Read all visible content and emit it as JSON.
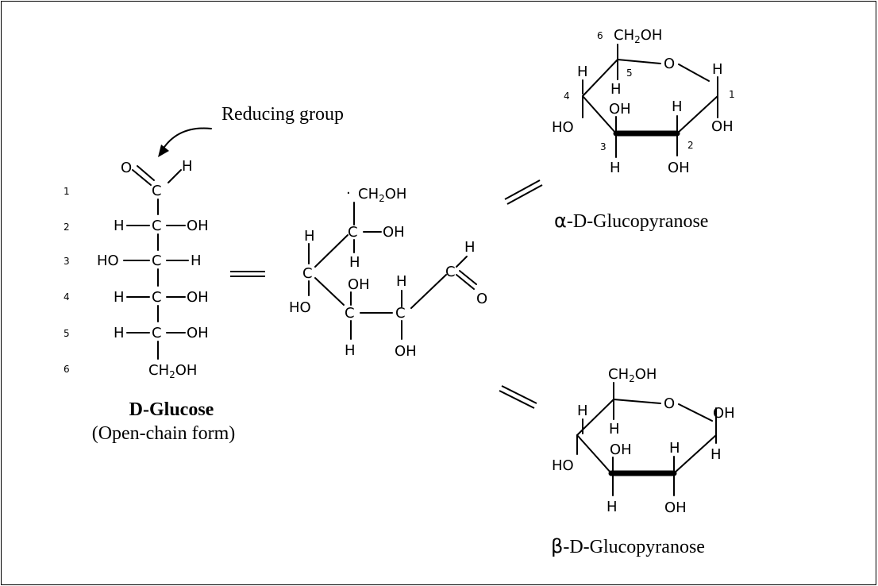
{
  "labels": {
    "reducing_group": "Reducing group",
    "open_chain_title": "D-Glucose",
    "open_chain_sub": "(Open-chain form)",
    "alpha_prefix": "α",
    "alpha_rest": "-D-Glucopyranose",
    "beta_prefix": "β",
    "beta_rest": "-D-Glucopyranose"
  },
  "atoms": {
    "C": "C",
    "H": "H",
    "O": "O",
    "OH": "OH",
    "HO": "HO",
    "CH2OH_base": "CH",
    "sub2": "2",
    "OH_tail": "OH"
  },
  "carbon_numbers": [
    "1",
    "2",
    "3",
    "4",
    "5",
    "6"
  ]
}
